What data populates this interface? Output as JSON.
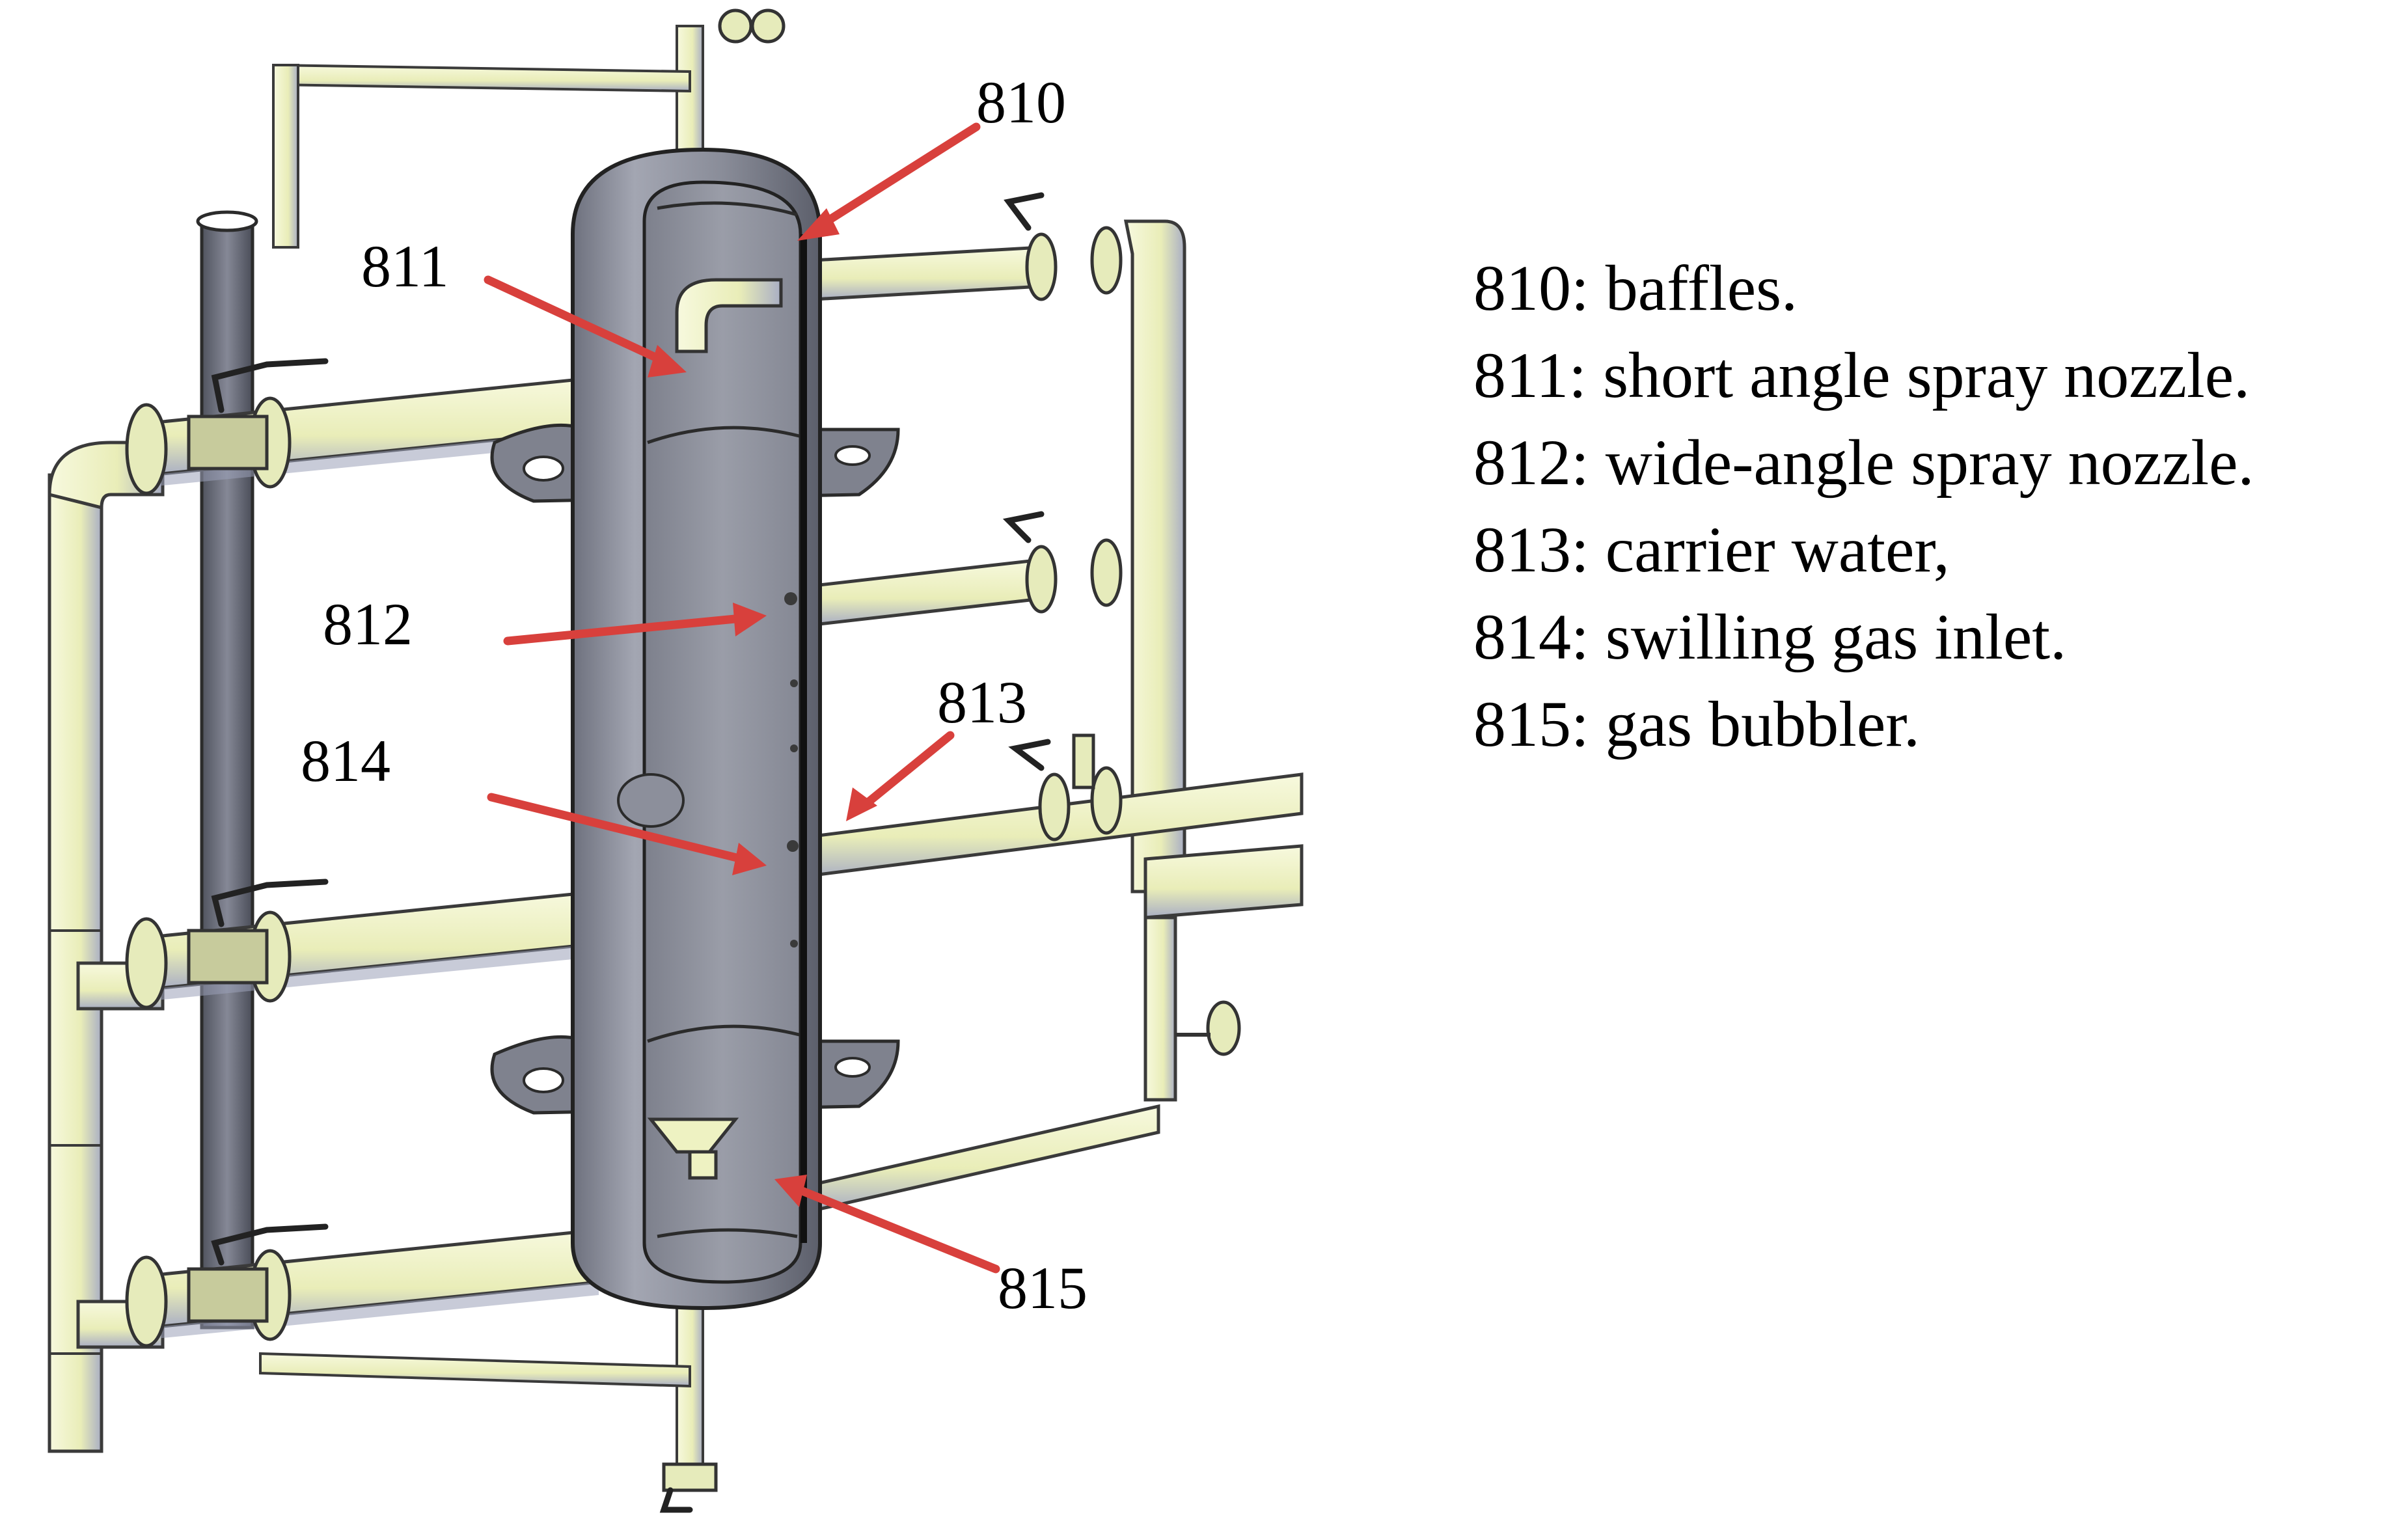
{
  "figure": {
    "callouts": [
      {
        "id": "810",
        "label": "810"
      },
      {
        "id": "811",
        "label": "811"
      },
      {
        "id": "812",
        "label": "812"
      },
      {
        "id": "813",
        "label": "813"
      },
      {
        "id": "814",
        "label": "814"
      },
      {
        "id": "815",
        "label": "815"
      }
    ],
    "legend": [
      "810: baffles.",
      "811: short angle spray nozzle.",
      "812: wide-angle spray nozzle.",
      "813: carrier water,",
      "814: swilling gas inlet.",
      "815: gas bubbler."
    ],
    "colors": {
      "arrow": "#d8403c",
      "vessel": "#8c8f9c",
      "pipe": "#eef2c2",
      "column": "#6f7280"
    }
  }
}
